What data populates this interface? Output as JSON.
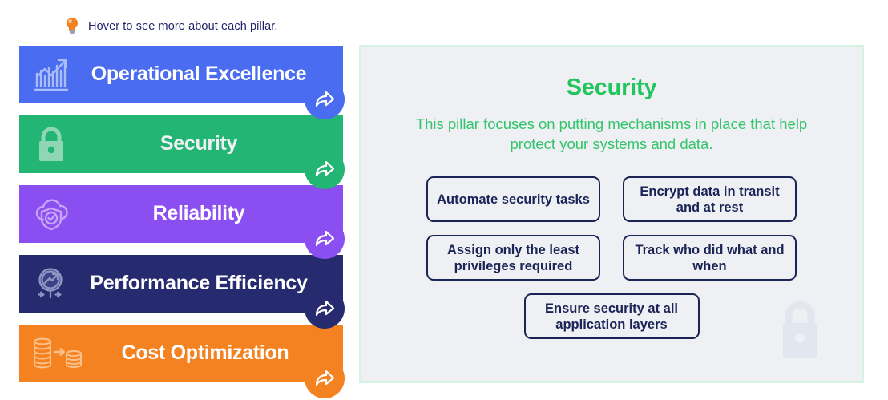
{
  "hint": {
    "icon": "lightbulb-icon",
    "text": "Hover to see more about each pillar."
  },
  "pillars": [
    {
      "id": "operational-excellence",
      "label": "Operational Excellence",
      "icon": "bar-chart-growth-icon",
      "color": "#4a6cf0",
      "badge_icon": "share-arrow-icon",
      "active": false
    },
    {
      "id": "security",
      "label": "Security",
      "icon": "padlock-icon",
      "color": "#22b573",
      "badge_icon": "share-arrow-icon",
      "active": true
    },
    {
      "id": "reliability",
      "label": "Reliability",
      "icon": "cloud-shield-check-icon",
      "color": "#8b4ef0",
      "badge_icon": "share-arrow-icon",
      "active": false
    },
    {
      "id": "performance-efficiency",
      "label": "Performance Efficiency",
      "icon": "speedometer-gauge-icon",
      "color": "#262a6e",
      "badge_icon": "share-arrow-icon",
      "active": false
    },
    {
      "id": "cost-optimization",
      "label": "Cost Optimization",
      "icon": "coin-stacks-arrow-icon",
      "color": "#f58220",
      "badge_icon": "share-arrow-icon",
      "active": false
    }
  ],
  "detail": {
    "title": "Security",
    "description": "This pillar focuses on putting mechanisms in place that help protect your systems and data.",
    "accent_color": "#22c55e",
    "border_color": "#d6f3e2",
    "background_color": "#eef0f4",
    "watermark_icon": "padlock-icon",
    "features": [
      {
        "label": "Automate security tasks"
      },
      {
        "label": "Encrypt data in transit and at rest"
      },
      {
        "label": "Assign only the least privileges required"
      },
      {
        "label": "Track who did what and when"
      },
      {
        "label": "Ensure security at all application layers"
      }
    ]
  }
}
